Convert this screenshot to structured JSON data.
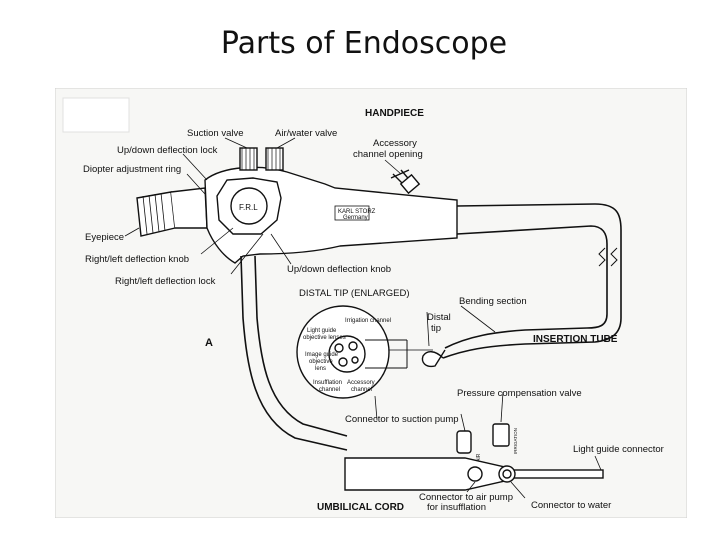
{
  "slide": {
    "title": "Parts of Endoscope"
  },
  "diagram": {
    "headers": {
      "handpiece": "HANDPIECE",
      "distal_tip_enlarged": "DISTAL TIP (ENLARGED)",
      "insertion_tube": "INSERTION TUBE",
      "umbilical_cord": "UMBILICAL CORD"
    },
    "figure_letter": "A",
    "brand": {
      "line1": "KARL STORZ",
      "line2": "Germany"
    },
    "knob_text": "F.R.L",
    "labels": {
      "suction_valve": "Suction valve",
      "air_water_valve": "Air/water valve",
      "accessory_channel_opening_1": "Accessory",
      "accessory_channel_opening_2": "channel opening",
      "up_down_deflection_lock": "Up/down deflection lock",
      "diopter_adjustment_ring": "Diopter adjustment ring",
      "eyepiece": "Eyepiece",
      "right_left_deflection_knob": "Right/left deflection knob",
      "right_left_deflection_lock": "Right/left deflection lock",
      "up_down_deflection_knob": "Up/down deflection knob",
      "bending_section": "Bending section",
      "distal_tip_1": "Distal",
      "distal_tip_2": "tip",
      "pressure_compensation_valve": "Pressure compensation valve",
      "connector_to_suction_pump": "Connector to suction pump",
      "light_guide_connector": "Light guide connector",
      "connector_to_air_pump_1": "Connector to air pump",
      "connector_to_air_pump_2": "for insufflation",
      "connector_to_water": "Connector to water"
    },
    "tip_labels": {
      "irrigation_channel": "Irrigation channel",
      "light_guide_lenses_1": "Light guide",
      "light_guide_lenses_2": "objective lenses",
      "image_guide_lens_1": "Image guide",
      "image_guide_lens_2": "objective",
      "image_guide_lens_3": "lens",
      "insufflation_channel_1": "Insufflation",
      "insufflation_channel_2": "channel",
      "accessory_channel_1": "Accessory",
      "accessory_channel_2": "channel"
    },
    "connector_marks": {
      "air": "AIR",
      "water": "IRRIGATION"
    }
  }
}
